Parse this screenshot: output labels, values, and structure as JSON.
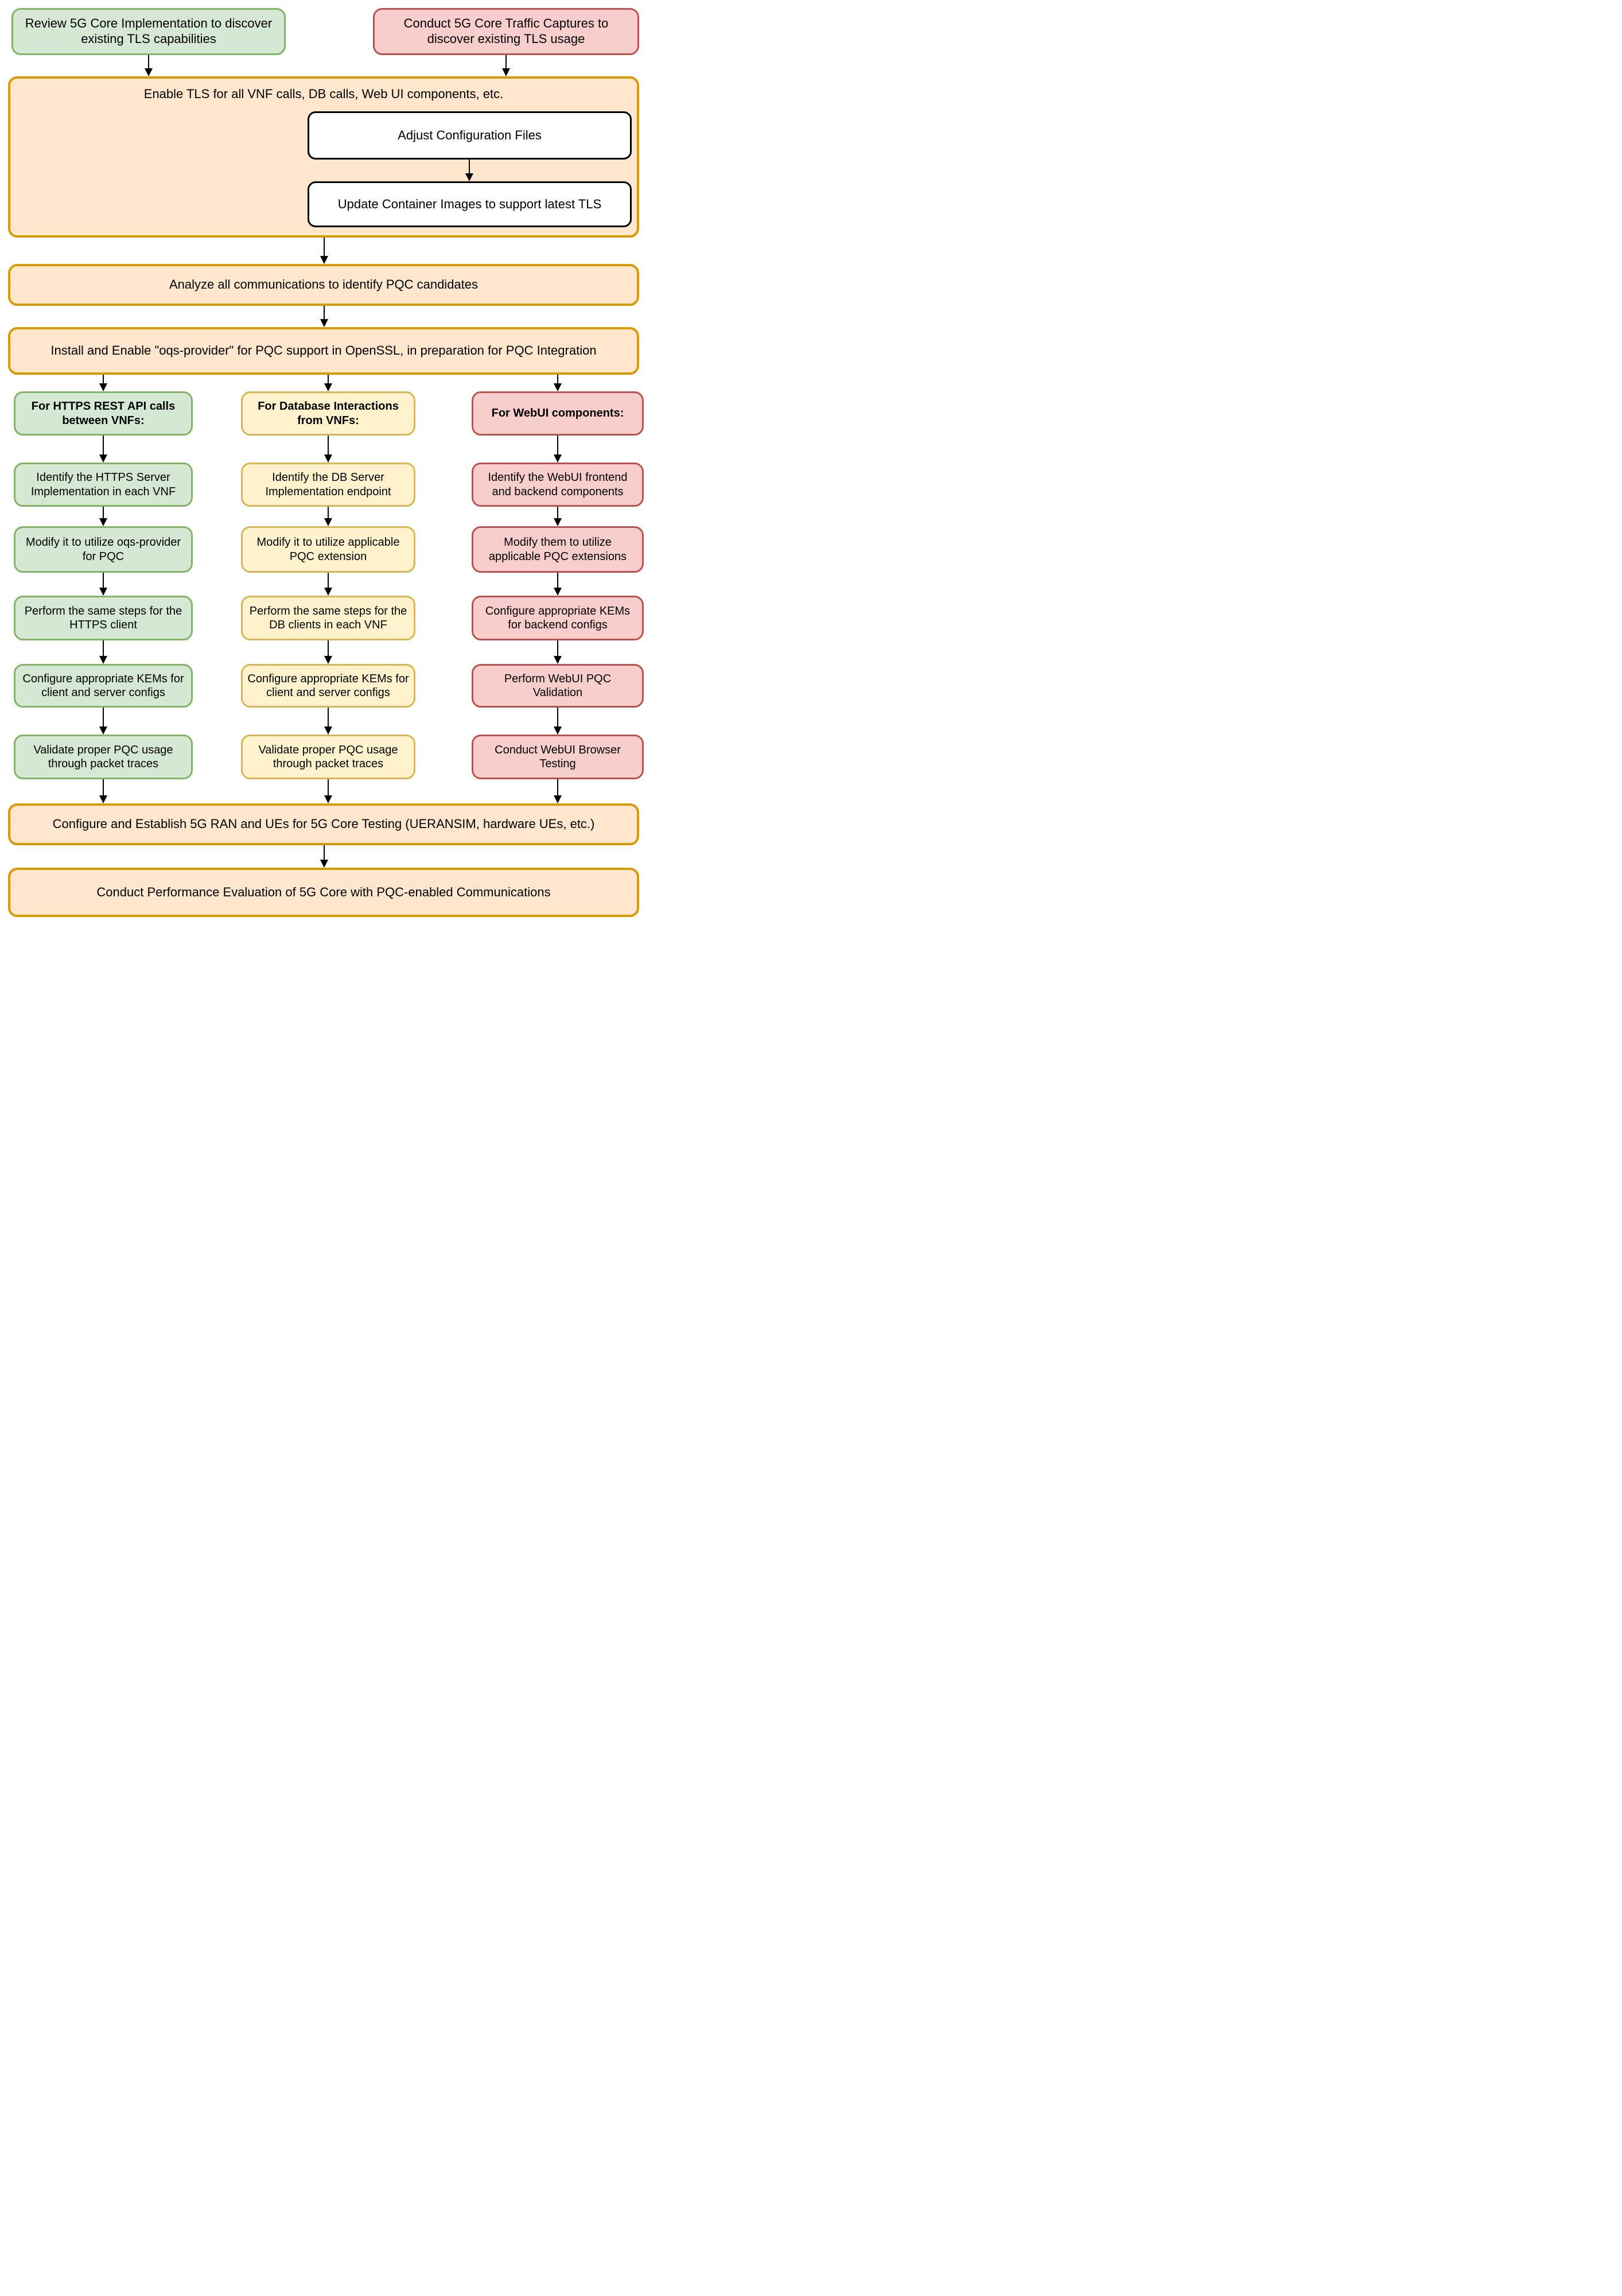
{
  "diagram": {
    "nodes": {
      "review": "Review 5G Core Implementation to discover existing TLS capabilities",
      "captures": "Conduct 5G Core Traffic Captures to discover existing TLS usage",
      "enable_tls_title": "Enable TLS for all VNF calls, DB calls, Web UI components, etc.",
      "adjust_config": "Adjust Configuration Files",
      "update_container": "Update Container Images to support latest TLS",
      "analyze": "Analyze all communications to identify PQC candidates",
      "install_oqs": "Install and Enable \"oqs-provider\" for PQC support in OpenSSL, in preparation for PQC Integration",
      "ran_testing": "Configure and Establish 5G RAN and UEs for 5G Core Testing (UERANSIM, hardware UEs, etc.)",
      "perf_eval": "Conduct Performance Evaluation of 5G Core with PQC-enabled Communications"
    },
    "columns": [
      {
        "header": "For HTTPS REST API calls between VNFs:",
        "steps": [
          "Identify the HTTPS Server Implementation in each VNF",
          "Modify it to utilize oqs-provider for PQC",
          "Perform the same steps for the HTTPS client",
          "Configure appropriate KEMs for client and server configs",
          "Validate proper PQC usage through packet traces"
        ]
      },
      {
        "header": "For Database Interactions from VNFs:",
        "steps": [
          "Identify the DB Server Implementation endpoint",
          "Modify it to utilize applicable PQC extension",
          "Perform the same steps for the DB clients in each VNF",
          "Configure appropriate KEMs for client and server configs",
          "Validate proper PQC usage through packet traces"
        ]
      },
      {
        "header": "For WebUI components:",
        "steps": [
          "Identify the WebUI frontend and backend components",
          "Modify them to utilize applicable PQC extensions",
          "Configure appropriate KEMs for backend configs",
          "Perform WebUI PQC Validation",
          "Conduct WebUI Browser Testing"
        ]
      }
    ],
    "colors": {
      "green_fill": "#d5e8d4",
      "green_stroke": "#82b366",
      "yellow_fill": "#fff2cc",
      "yellow_stroke": "#d6b656",
      "red_fill": "#f8cecc",
      "red_stroke": "#b85450",
      "orange_fill": "#ffe6cc",
      "orange_stroke": "#d79b00",
      "white_fill": "#ffffff",
      "white_stroke": "#000000",
      "arrow": "#000000"
    }
  }
}
